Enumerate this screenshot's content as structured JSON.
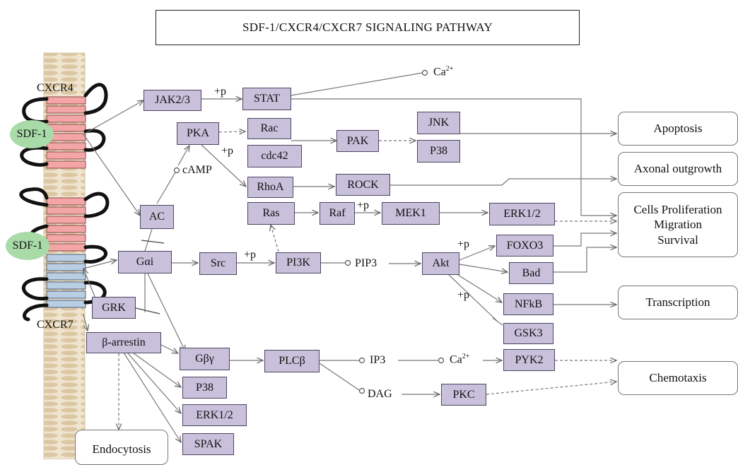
{
  "title": "SDF-1/CXCR4/CXCR7 SIGNALING PATHWAY",
  "membrane": {
    "receptor_top": "CXCR4",
    "receptor_bottom": "CXCR7",
    "ligand_top": "SDF-1",
    "ligand_bottom": "SDF-1"
  },
  "nodes": {
    "jak": "JAK2/3",
    "stat": "STAT",
    "pka": "PKA",
    "rac": "Rac",
    "cdc42": "cdc42",
    "pak": "PAK",
    "jnk": "JNK",
    "p38_top": "P38",
    "rhoa": "RhoA",
    "rock": "ROCK",
    "ac": "AC",
    "ras": "Ras",
    "raf": "Raf",
    "mek1": "MEK1",
    "erk_top": "ERK1/2",
    "gai": "Gαi",
    "src": "Src",
    "pi3k": "PI3K",
    "akt": "Akt",
    "foxo3": "FOXO3",
    "bad": "Bad",
    "nfkb": "NFkB",
    "gsk3": "GSK3",
    "grk": "GRK",
    "barrestin": "β-arrestin",
    "gby": "Gβγ",
    "plcb": "PLCβ",
    "pyk2": "PYK2",
    "pkc": "PKC",
    "p38_bottom": "P38",
    "erk_bottom": "ERK1/2",
    "spak": "SPAK"
  },
  "labels": {
    "ca_top": "Ca",
    "ca_top_sup": "2+",
    "camp": "cAMP",
    "p_stat": "+p",
    "p_pka": "+p",
    "p_mek": "+p",
    "p_pi3k": "+p",
    "p_akt1": "+p",
    "p_akt2": "+p",
    "pip3": "PIP3",
    "ip3": "IP3",
    "ca_bottom": "Ca",
    "ca_bottom_sup": "2+",
    "dag": "DAG"
  },
  "outcomes": {
    "apoptosis": "Apoptosis",
    "axonal": "Axonal outgrowth",
    "cells_line1": "Cells Proliferation",
    "cells_line2": "Migration",
    "cells_line3": "Survival",
    "transcription": "Transcription",
    "chemotaxis": "Chemotaxis",
    "endocytosis": "Endocytosis"
  },
  "colors": {
    "node_fill": "#c9c0db",
    "receptor_cxcr4": "#f4a6a6",
    "receptor_cxcr7": "#b9cde3",
    "ligand": "#a8dba8",
    "membrane": "#e6d6b8"
  }
}
